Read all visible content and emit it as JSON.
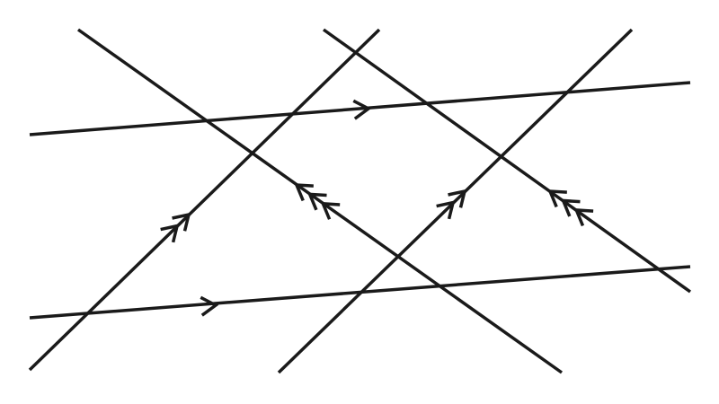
{
  "diagram": {
    "line_color": "#1a1a1a",
    "background": "#ffffff",
    "line_sets": [
      {
        "name": "near-horizontal",
        "count": 2,
        "arrow_marks": 1,
        "arrow_direction": "right"
      },
      {
        "name": "rising-diagonal",
        "count": 2,
        "arrow_marks": 2,
        "arrow_direction": "up-right"
      },
      {
        "name": "falling-diagonal",
        "count": 2,
        "arrow_marks": 3,
        "arrow_direction": "up-left"
      }
    ]
  }
}
